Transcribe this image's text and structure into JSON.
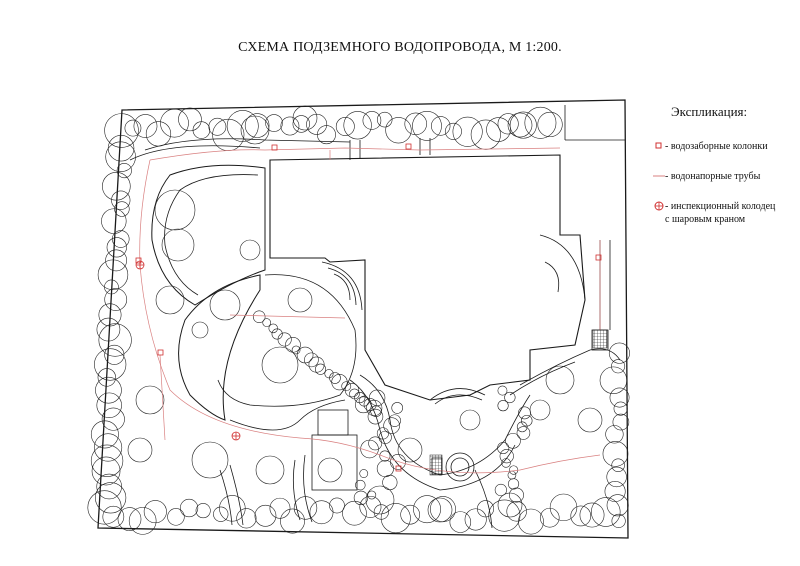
{
  "title": "СХЕМА ПОДЗЕМНОГО ВОДОПРОВОДА, М 1:200.",
  "legend": {
    "heading": "Экспликация:",
    "items": [
      {
        "symbol": "small-red-square",
        "label": "- водозаборные колонки"
      },
      {
        "symbol": "thin-red-line",
        "label": "- водонапорные трубы"
      },
      {
        "symbol": "red-circle-cross",
        "label": "- инспекционный колодец",
        "label2": "с шаровым краном"
      }
    ]
  },
  "colors": {
    "ink": "#1a1a1a",
    "pipe": "#d98080",
    "well": "#d03030"
  }
}
